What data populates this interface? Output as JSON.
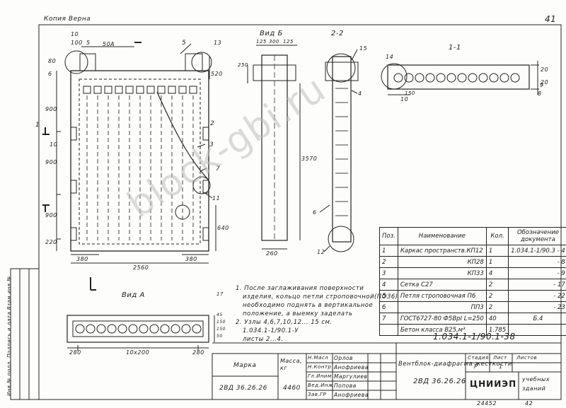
{
  "header": {
    "copy_label": "Копия    Верна",
    "sheet_number": "41"
  },
  "views": {
    "view_b": "Вид Б",
    "section_22": "2-2",
    "section_11": "1-1",
    "view_a": "Вид А"
  },
  "dims": {
    "d100": "100",
    "d5": "5",
    "d50a": "50А",
    "d80": "80",
    "d6": "6",
    "d900a": "900",
    "d900b": "900",
    "d900c": "900",
    "d220": "220",
    "d10": "10",
    "d380a": "380",
    "d380b": "380",
    "d2560": "2560",
    "d640": "640",
    "d520": "520",
    "d125a": "125",
    "d300": "300",
    "d125b": "125",
    "d250": "250",
    "d3570": "3570",
    "d260": "260",
    "d20a": "20",
    "d20b": "20",
    "d10b": "10",
    "d150": "150",
    "d280a": "280",
    "d10x200": "10х200",
    "d280b": "280",
    "d45": "45",
    "d150b": "150",
    "d150c": "150",
    "d50": "50",
    "d17": "17"
  },
  "callouts": [
    "10",
    "5",
    "2",
    "1",
    "3",
    "7",
    "11",
    "13",
    "15",
    "4",
    "14",
    "6",
    "8",
    "9",
    "12"
  ],
  "notes": {
    "n1_line1": "1. После заглаживания поверхности",
    "n1_line2": "изделия, кольцо петли строповочной(ПОЗ6)",
    "n1_line3": "необходимо поднять в вертикальное",
    "n1_line4": "положение, а выемку заделать",
    "n2_line1": "2. Узлы 4,6,7,10,12... 15 см.",
    "n2_line2": "1.034.1-1/90.1-У",
    "n2_line3": "листы 2...4."
  },
  "spec": {
    "head_pos": "Поз.",
    "head_name": "Наименование",
    "head_qty": "Кол.",
    "head_doc_line1": "Обозначение",
    "head_doc_line2": "документа",
    "rows": [
      {
        "pos": "1",
        "name": "Каркас пространств.КП12",
        "qty": "1",
        "doc": "1.034.1-1/90.3 - 4"
      },
      {
        "pos": "2",
        "name": "КП28",
        "qty": "1",
        "doc": "- 8"
      },
      {
        "pos": "3",
        "name": "КП33",
        "qty": "4",
        "doc": "- 9"
      },
      {
        "pos": "4",
        "name": "Сетка       С27",
        "qty": "2",
        "doc": "- 17"
      },
      {
        "pos": "5",
        "name": "Петля строповочная П6",
        "qty": "2",
        "doc": "- 22"
      },
      {
        "pos": "6",
        "name": "ПП3",
        "qty": "2",
        "doc": "- 23"
      },
      {
        "pos": "7",
        "name": "ГОСТ6727-80 Ф5ВрI  L=250",
        "qty": "40",
        "doc": "Б.4"
      },
      {
        "pos": "",
        "name": "Бетон класса В25,м³",
        "qty": "1.785",
        "doc": ""
      }
    ]
  },
  "title_block": {
    "doc_code": "1.034.1-1/90.1-38",
    "marka_label": "Марка",
    "mass_label": "Масса, кг",
    "marka_value": "2ВД 36.26.26",
    "mass_value": "4460",
    "roles": [
      "Н.Масл",
      "Н.Контр",
      "Гл.Иним",
      "Вед.Инж",
      "Зав.ГР"
    ],
    "names": [
      "Орлов",
      "Анофриева",
      "Маргулиев",
      "Попова",
      "Анофриева"
    ],
    "product_name": "Вентблок-диафрагма жесткости",
    "product_mark": "2ВД 36.26.26",
    "stage_label": "Стадия",
    "sheet_label": "Лист",
    "sheets_label": "Листов",
    "stage_value": "Р",
    "sheet_value": "1",
    "org": "ЦНИИЭП",
    "org_sub1": "учебных",
    "org_sub2": "зданий"
  },
  "side_stamp": "Инв.№ подл.  Подпись и дата  Взам.инв.№",
  "footer": {
    "inv_number": "24452",
    "page_code": "42"
  },
  "watermark": "block-gbi.ru"
}
